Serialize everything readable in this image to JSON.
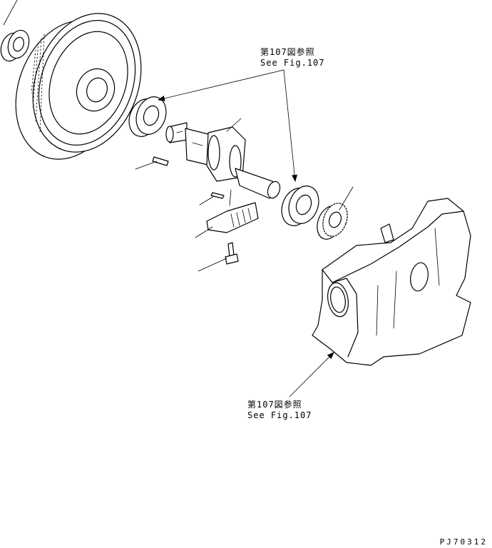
{
  "callouts": [
    {
      "ja": "第107図参照",
      "en": "See Fig.107"
    },
    {
      "ja": "第107図参照",
      "en": "See Fig.107"
    }
  ],
  "drawing_number": "PJ70312"
}
